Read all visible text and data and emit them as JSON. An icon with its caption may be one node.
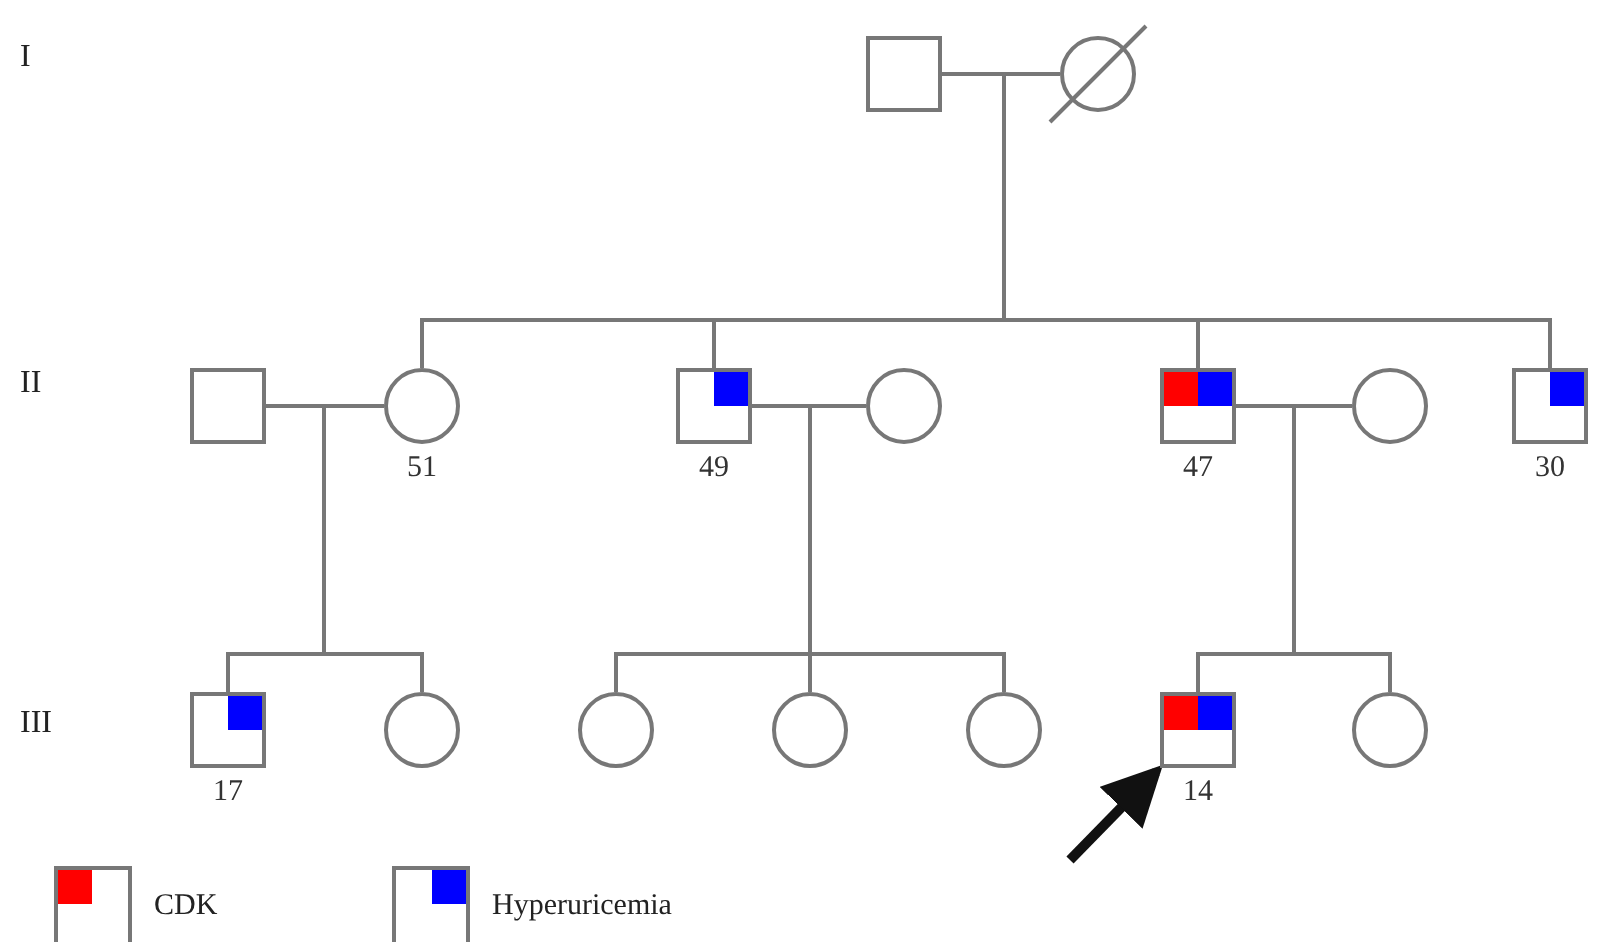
{
  "diagram": {
    "nodes": [
      {
        "text": [],
        "shape": "box"
      },
      {
        "text": [],
        "shape": "circle"
      },
      {
        "text": [],
        "shape": "box"
      },
      {
        "text": [],
        "shape": "circle",
        "beside": [
          "51"
        ]
      },
      {
        "text": [],
        "shape": "box",
        "beside": [
          "49"
        ]
      },
      {
        "text": [],
        "shape": "circle"
      },
      {
        "text": [],
        "shape": "box",
        "beside": [
          "47"
        ]
      },
      {
        "text": [],
        "shape": "circle"
      },
      {
        "text": [],
        "shape": "box",
        "beside": [
          "30"
        ]
      },
      {
        "text": [],
        "shape": "box",
        "beside": [
          "17"
        ]
      },
      {
        "text": [],
        "shape": "circle"
      },
      {
        "text": [],
        "shape": "circle"
      },
      {
        "text": [],
        "shape": "circle"
      },
      {
        "text": [],
        "shape": "circle"
      },
      {
        "text": [],
        "shape": "box",
        "beside": [
          "14"
        ]
      },
      {
        "text": [],
        "shape": "circle"
      }
    ],
    "edges": [
      {
        "from": 0,
        "to": 1,
        "arrow": "none"
      },
      {
        "from": 0,
        "to": 3,
        "arrow": "none"
      },
      {
        "from": 1,
        "to": 3,
        "arrow": "none"
      },
      {
        "from": 0,
        "to": 4,
        "arrow": "none"
      },
      {
        "from": 1,
        "to": 4,
        "arrow": "none"
      },
      {
        "from": 0,
        "to": 6,
        "arrow": "none"
      },
      {
        "from": 1,
        "to": 6,
        "arrow": "none"
      },
      {
        "from": 0,
        "to": 8,
        "arrow": "none"
      },
      {
        "from": 1,
        "to": 8,
        "arrow": "none"
      },
      {
        "from": 2,
        "to": 3,
        "arrow": "none"
      },
      {
        "from": 4,
        "to": 5,
        "arrow": "none"
      },
      {
        "from": 6,
        "to": 7,
        "arrow": "none"
      },
      {
        "from": 2,
        "to": 9,
        "arrow": "none"
      },
      {
        "from": 3,
        "to": 9,
        "arrow": "none"
      },
      {
        "from": 2,
        "to": 10,
        "arrow": "none"
      },
      {
        "from": 3,
        "to": 10,
        "arrow": "none"
      },
      {
        "from": 4,
        "to": 11,
        "arrow": "none"
      },
      {
        "from": 5,
        "to": 11,
        "arrow": "none"
      },
      {
        "from": 4,
        "to": 12,
        "arrow": "none"
      },
      {
        "from": 5,
        "to": 12,
        "arrow": "none"
      },
      {
        "from": 4,
        "to": 13,
        "arrow": "none"
      },
      {
        "from": 5,
        "to": 13,
        "arrow": "none"
      },
      {
        "from": 6,
        "to": 14,
        "arrow": "none"
      },
      {
        "from": 7,
        "to": 14,
        "arrow": "none"
      },
      {
        "from": 6,
        "to": 15,
        "arrow": "none"
      },
      {
        "from": 7,
        "to": 15,
        "arrow": "none"
      },
      {
        "from": null,
        "to": 14,
        "arrow": "to",
        "style": "thick",
        "color": "#111111"
      }
    ],
    "labels": [
      "I",
      "II",
      "III"
    ],
    "legend": [
      {
        "text": "CDK",
        "color": "#ff0000"
      },
      {
        "text": "Hyperuricemia",
        "color": "#0000ff"
      }
    ]
  }
}
